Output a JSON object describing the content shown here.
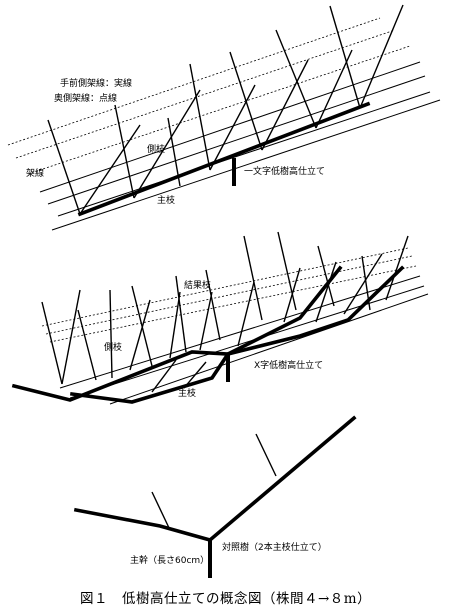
{
  "legend": {
    "line1": "手前側架線：実線",
    "line2": "奥側架線：点線"
  },
  "diagram1": {
    "label_side_branch": "側枝",
    "label_wire": "架線",
    "label_main_branch": "主枝",
    "label_title": "一文字低樹高仕立て"
  },
  "diagram2": {
    "label_fruit_branch": "結果枝",
    "label_side_branch": "側枝",
    "label_main_branch": "主枝",
    "label_title": "X字低樹高仕立て"
  },
  "diagram3": {
    "label_trunk": "主幹（長さ60cm）",
    "label_title": "対照樹（2本主枝仕立て）"
  },
  "caption": "図１　低樹高仕立ての概念図（株間４→８m）",
  "colors": {
    "ink": "#000000",
    "background": "#ffffff"
  }
}
